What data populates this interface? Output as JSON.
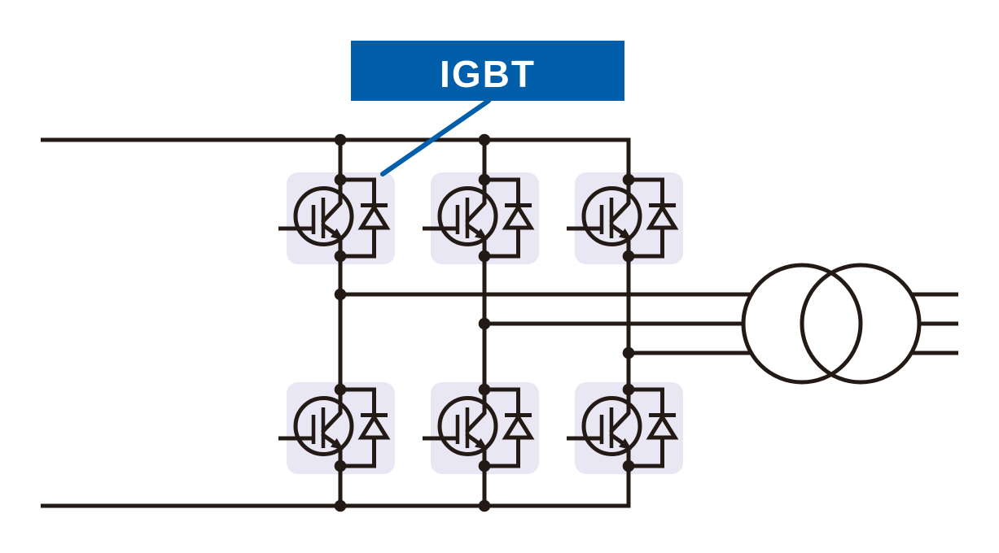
{
  "label": {
    "text": "IGBT"
  },
  "colors": {
    "background": "#ffffff",
    "wire": "#241a15",
    "cell_bg": "#e9e7f3",
    "accent_blue": "#005eab",
    "label_text": "#ffffff"
  },
  "diagram": {
    "type": "circuit-schematic",
    "subject": "three-phase IGBT inverter bridge feeding a transformer",
    "igbt_cells": 6,
    "bridge_legs": 3,
    "devices_per_leg": 2,
    "cell_contents": "IGBT transistor with anti-parallel freewheeling diode on highlighted pad",
    "phase_lines": 3,
    "transformer_circles": 2
  }
}
